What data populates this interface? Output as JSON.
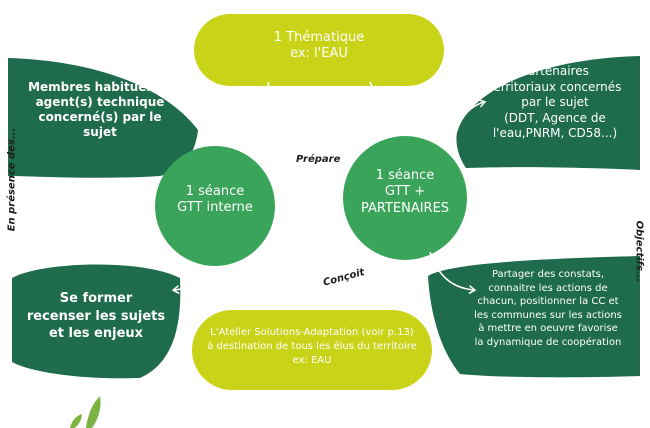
{
  "colors": {
    "dark_green": "#1f6b4d",
    "light_green": "#3aa55a",
    "lime": "#c9d418",
    "arrow": "#ffffff"
  },
  "nodes": {
    "thematique": {
      "line1": "1 Thématique",
      "line2": "ex: l'EAU"
    },
    "membres": {
      "line1": "Membres habituels +",
      "line2": "agent(s) technique",
      "line3": "concerné(s) par le",
      "line4": "sujet"
    },
    "partenaires": {
      "line1": "Partenaires",
      "line2": "territoriaux concernés",
      "line3": "par le sujet",
      "line4": "(DDT, Agence de",
      "line5": "l'eau,PNRM, CD58...)"
    },
    "gtt_interne": {
      "line1": "1 séance",
      "line2": "GTT interne"
    },
    "gtt_partenaires": {
      "line1": "1 séance",
      "line2": "GTT +",
      "line3": "PARTENAIRES"
    },
    "se_former": {
      "line1": "Se former",
      "line2": "recenser les sujets",
      "line3": "et les enjeux"
    },
    "partager": {
      "line1": "Partager des constats,",
      "line2": "connaitre les actions de",
      "line3": "chacun, positionner la CC et",
      "line4": "les communes sur les actions",
      "line5": "à mettre en oeuvre favorise",
      "line6": "la dynamique de coopération"
    },
    "atelier": {
      "line1": "L'Atelier Solutions-Adaptation (voir p.13)",
      "line2": "à destination de tous les élus du territoire",
      "line3": "ex: EAU"
    }
  },
  "labels": {
    "prepare": "Prépare",
    "concoit": "Conçoit",
    "en_presence": "En présence des...",
    "objectifs": "Objectifs..."
  }
}
